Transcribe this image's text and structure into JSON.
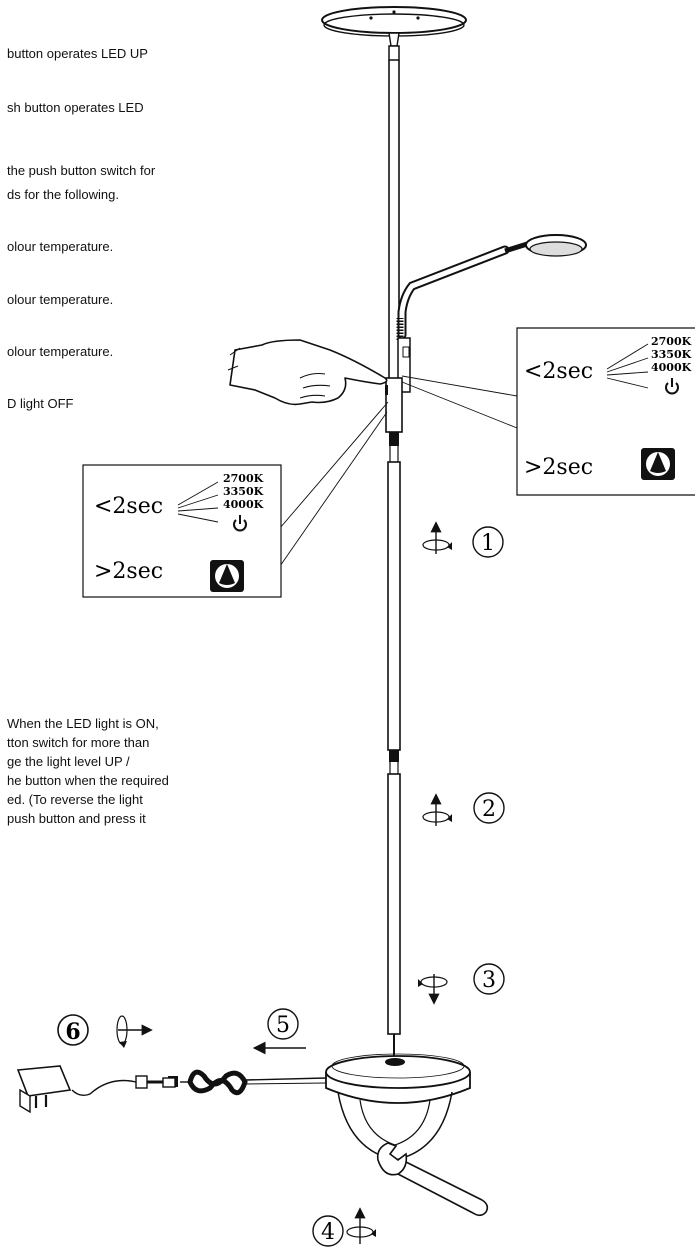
{
  "instructions": {
    "lines": [
      "button operates LED UP",
      "sh button operates LED",
      "the push button switch for",
      "ds for the following.",
      "olour temperature.",
      "olour temperature.",
      "olour temperature.",
      "D light OFF"
    ],
    "dimming_lines": [
      "When the LED light is ON,",
      "tton switch for more than",
      "ge the light level UP /",
      "he button when the required",
      "ed. (To reverse the light",
      "push button and press it"
    ]
  },
  "panel_left": {
    "short_press": "<2sec",
    "long_press": ">2sec",
    "temps": [
      "2700K",
      "3350K",
      "4000K"
    ]
  },
  "panel_right": {
    "short_press": "<2sec",
    "long_press": ">2sec",
    "temps": [
      "2700K",
      "3350K",
      "4000K"
    ]
  },
  "steps": [
    "1",
    "2",
    "3",
    "4",
    "5",
    "6"
  ],
  "icons": [
    "power-icon",
    "dimmer-icon",
    "rotate-arrow-icon",
    "pointing-hand-icon",
    "wrench-icon",
    "power-adapter-icon"
  ]
}
